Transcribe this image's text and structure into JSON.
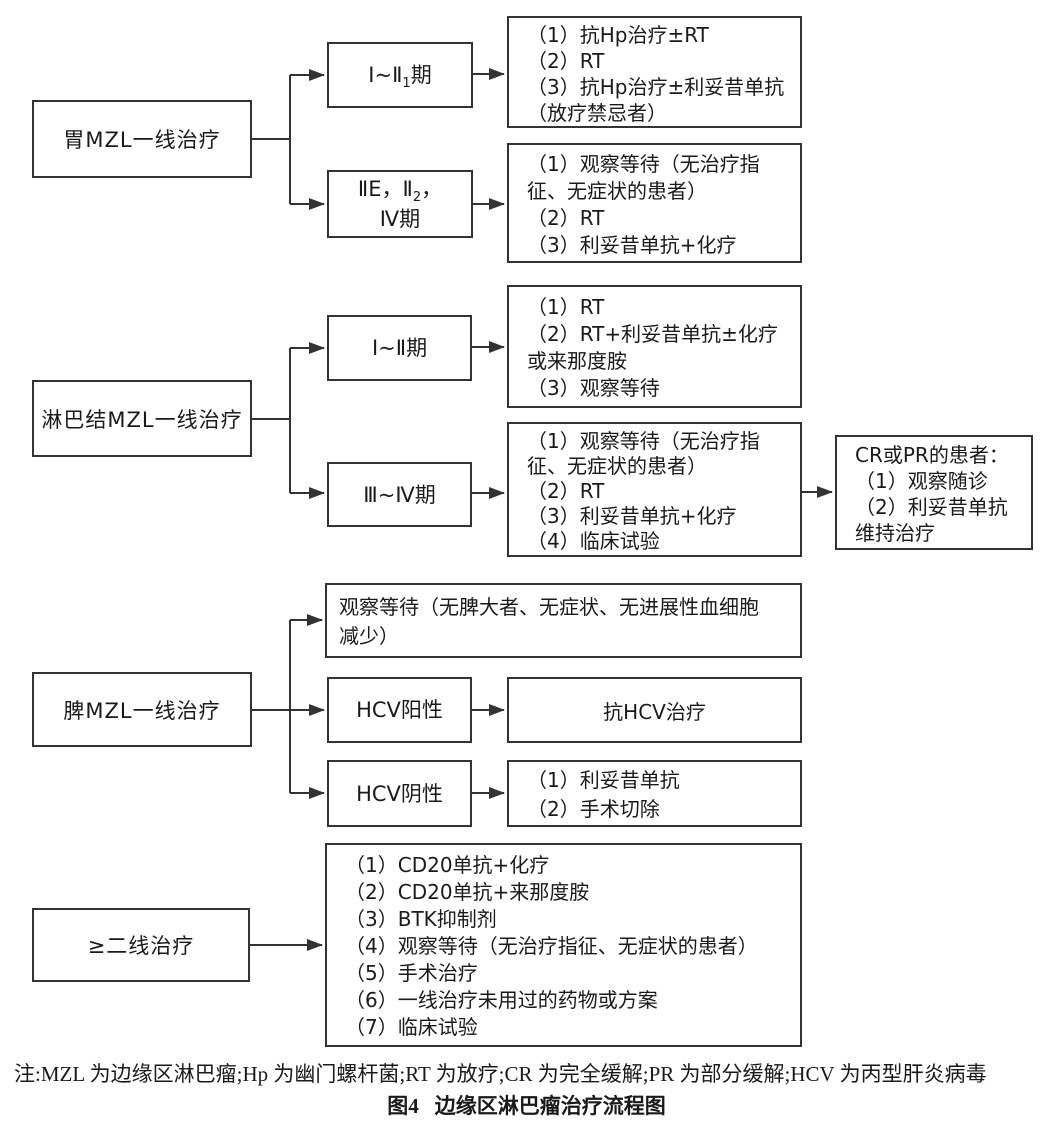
{
  "flowchart": {
    "colors": {
      "line": "#333333",
      "text": "#1a1a1a",
      "background": "#ffffff"
    },
    "gastric": {
      "root": "胃MZL一线治疗",
      "stage_early": {
        "pre": "Ⅰ~Ⅱ",
        "sub": "1",
        "post": "期"
      },
      "stage_adv": {
        "line1_pre": "ⅡE，Ⅱ",
        "line1_sub": "2",
        "line1_post": "，",
        "line2": "Ⅳ期"
      },
      "res_early": {
        "lines": [
          "（1）抗Hp治疗±RT",
          "（2）RT",
          "（3）抗Hp治疗±利妥昔单抗",
          "（放疗禁忌者）"
        ]
      },
      "res_adv": {
        "lines": [
          "（1）观察等待（无治疗指",
          "征、无症状的患者）",
          "（2）RT",
          "（3）利妥昔单抗+化疗"
        ]
      }
    },
    "nodal": {
      "root": "淋巴结MZL一线治疗",
      "stage_early": "Ⅰ~Ⅱ期",
      "stage_adv": "Ⅲ~Ⅳ期",
      "res_early": {
        "lines": [
          "（1）RT",
          "（2）RT+利妥昔单抗±化疗",
          "或来那度胺",
          "（3）观察等待"
        ]
      },
      "res_adv": {
        "lines": [
          "（1）观察等待（无治疗指",
          "征、无症状的患者）",
          "（2）RT",
          "（3）利妥昔单抗+化疗",
          "（4）临床试验"
        ]
      },
      "crpr": {
        "lines": [
          "CR或PR的患者：",
          "（1）观察随诊",
          "（2）利妥昔单抗",
          "维持治疗"
        ]
      }
    },
    "splenic": {
      "root": "脾MZL一线治疗",
      "observe": {
        "lines": [
          "观察等待（无脾大者、无症状、无进展性血细胞",
          "减少）"
        ]
      },
      "hcv_pos": "HCV阳性",
      "hcv_neg": "HCV阴性",
      "anti_hcv": "抗HCV治疗",
      "hcv_neg_res": {
        "lines": [
          "（1）利妥昔单抗",
          "（2）手术切除"
        ]
      }
    },
    "second_line": {
      "root": "≥二线治疗",
      "res": {
        "lines": [
          "（1）CD20单抗+化疗",
          "（2）CD20单抗+来那度胺",
          "（3）BTK抑制剂",
          "（4）观察等待（无治疗指征、无症状的患者）",
          "（5）手术治疗",
          "（6）一线治疗未用过的药物或方案",
          "（7）临床试验"
        ]
      }
    },
    "note": "注:MZL 为边缘区淋巴瘤;Hp 为幽门螺杆菌;RT 为放疗;CR 为完全缓解;PR 为部分缓解;HCV 为丙型肝炎病毒",
    "caption": {
      "fig_label": "图4",
      "title": "边缘区淋巴瘤治疗流程图"
    }
  }
}
